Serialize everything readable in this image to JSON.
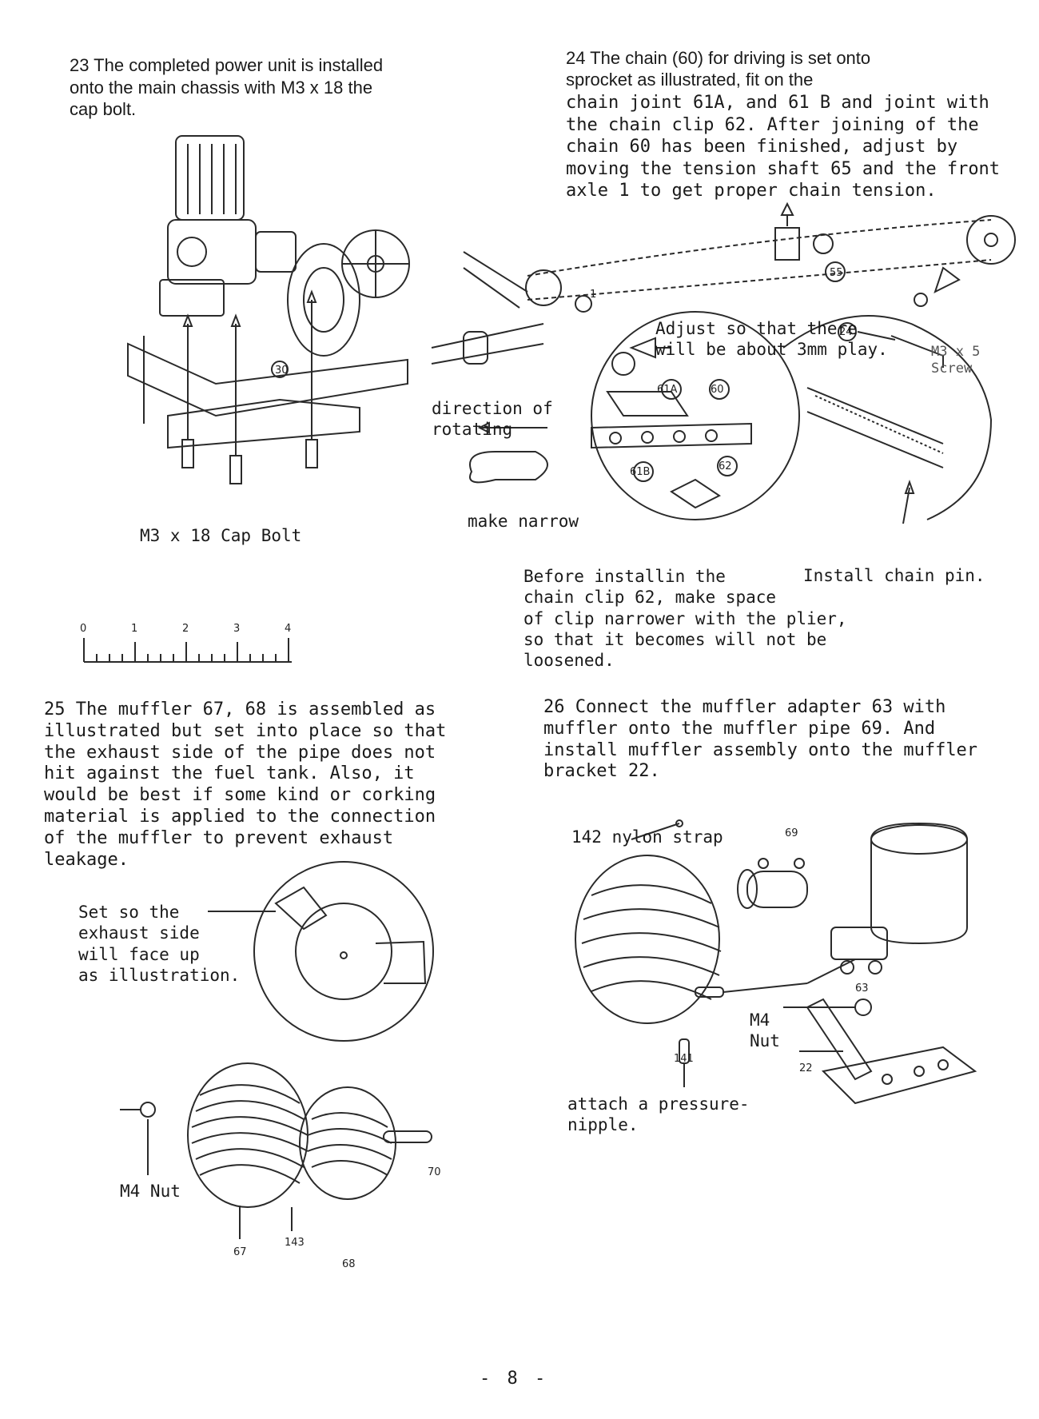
{
  "page_number": "- 8 -",
  "step23": {
    "text": "23 The completed power unit is installed\nonto the main chassis with M3 x 18 the\ncap bolt.",
    "caption": "M3 x 18 Cap Bolt",
    "callouts": [
      "30"
    ]
  },
  "step24": {
    "text_intro": "24 The chain (60) for driving is set onto\nsprocket as illustrated, fit on the",
    "text_body": "chain joint 61A, and 61 B and joint with\nthe chain clip 62.  After joining of the\nchain 60 has been finished, adjust by\nmoving the tension shaft 65 and the front\naxle 1 to get proper chain tension.",
    "adjust_note": "Adjust so that there\nwill be about 3mm play.",
    "screw_label": "M3 x 5\nScrew",
    "direction_label": "direction of\nrotating",
    "narrow_label": "make narrow",
    "before_note": "Before installin the\nchain clip 62, make space\nof clip narrower with the plier,\nso that it becomes will not be\nloosened.",
    "pin_note": "Install chain pin.",
    "callouts": [
      "1",
      "55",
      "24",
      "61A",
      "60",
      "61B",
      "62"
    ]
  },
  "ruler": {
    "ticks": [
      "0",
      "1",
      "2",
      "3",
      "4"
    ]
  },
  "step25": {
    "text": "25 The muffler 67, 68 is assembled as\n   illustrated but set into place so that\n   the exhaust side of the pipe does not\n   hit against the fuel tank.  Also, it\n   would be best if some kind or corking\n   material is applied to the connection\n   of the muffler to prevent exhaust\n   leakage.",
    "set_note": "Set so the\nexhaust side\nwill face up\nas illustration.",
    "nut_label": "M4 Nut",
    "callouts": [
      "67",
      "143",
      "68",
      "70"
    ]
  },
  "step26": {
    "text": "26 Connect the muffler adapter 63 with\n   muffler onto the muffler pipe 69. And\n   install muffler assembly onto the muffler\n   bracket 22.",
    "strap_label": "142 nylon strap",
    "nut_label": "M4\nNut",
    "nipple_label": "attach a pressure-\nnipple.",
    "callouts": [
      "69",
      "63",
      "141",
      "22"
    ]
  }
}
